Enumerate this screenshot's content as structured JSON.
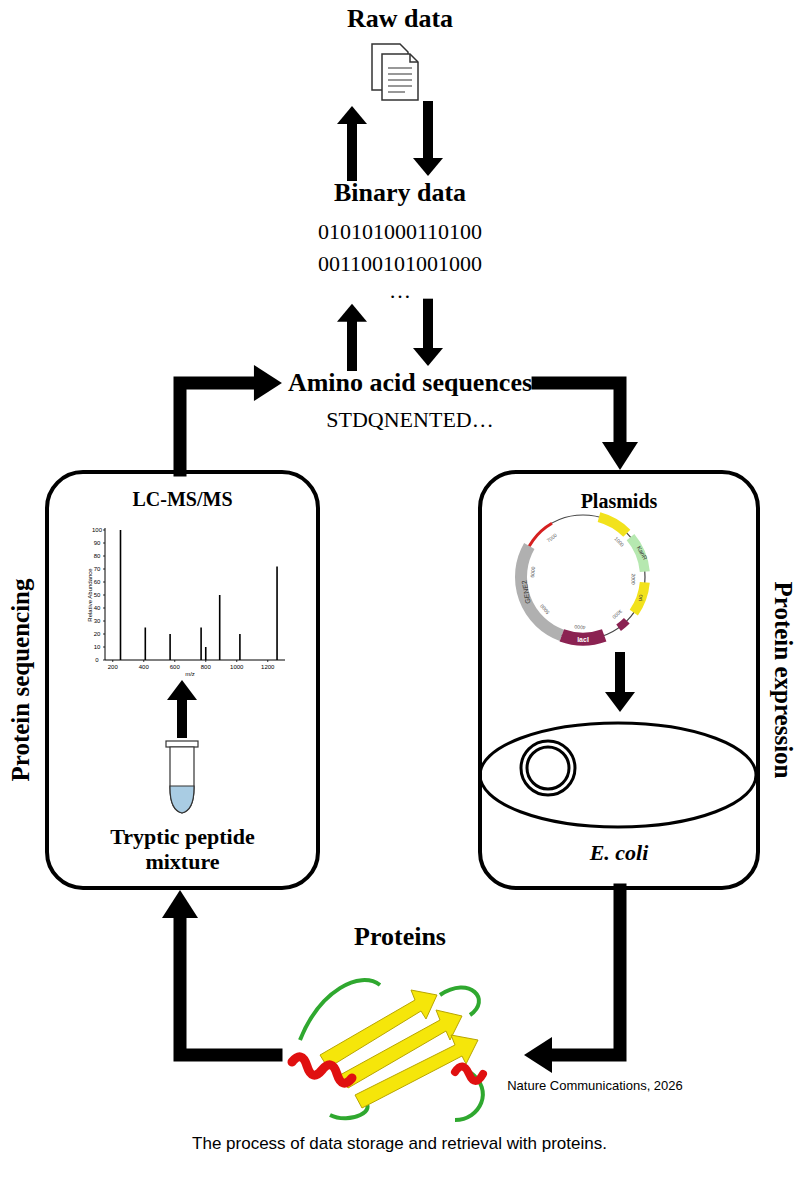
{
  "diagram": {
    "caption": "The process of data storage and retrieval with proteins.",
    "nodes": [
      {
        "text": [
          "Raw data"
        ]
      },
      {
        "text": [
          "Binary data",
          "010101000110100 001100101001000",
          "…"
        ]
      },
      {
        "text": [
          "Amino acid sequences",
          "STDQNENTED…"
        ]
      },
      {
        "text": [
          "Protein sequencing",
          "LC-MS/MS",
          "Tryptic peptide mixture"
        ]
      },
      {
        "text": [
          "Protein expression",
          "Plasmids",
          "E. coli"
        ]
      },
      {
        "text": [
          "Proteins"
        ]
      }
    ],
    "edges": [
      {
        "from": 1,
        "to": 0,
        "arrow": "to"
      },
      {
        "from": 0,
        "to": 1,
        "arrow": "to"
      },
      {
        "from": 2,
        "to": 1,
        "arrow": "to"
      },
      {
        "from": 1,
        "to": 2,
        "arrow": "to"
      },
      {
        "from": 3,
        "to": 2,
        "arrow": "to"
      },
      {
        "from": 2,
        "to": 4,
        "arrow": "to"
      },
      {
        "from": 4,
        "to": 5,
        "arrow": "to"
      },
      {
        "from": 5,
        "to": 3,
        "arrow": "to"
      }
    ],
    "labels": [
      "100",
      "90",
      "80",
      "70",
      "60",
      "50",
      "40",
      "30",
      "20",
      "10",
      "0",
      "200",
      "400",
      "600",
      "800",
      "1000",
      "1200",
      "Relative Abundance",
      "m/z",
      "GENE2",
      "KanR",
      "ori",
      "lacI",
      "1000",
      "2000",
      "3000",
      "4000",
      "5000",
      "6000",
      "7000",
      "Nature Communications, 2026"
    ]
  }
}
